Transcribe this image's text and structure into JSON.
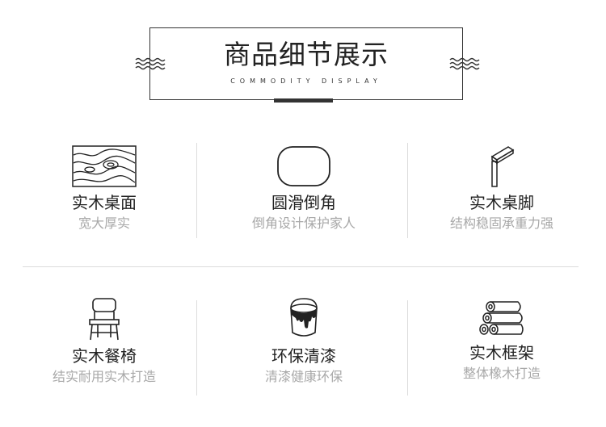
{
  "header": {
    "title": "商品细节展示",
    "subtitle": "COMMODITY DISPLAY"
  },
  "features": [
    {
      "title": "实木桌面",
      "desc": "宽大厚实",
      "icon": "wood-grain-icon"
    },
    {
      "title": "圆滑倒角",
      "desc": "倒角设计保护家人",
      "icon": "rounded-rectangle-icon"
    },
    {
      "title": "实木桌脚",
      "desc": "结构稳固承重力强",
      "icon": "table-leg-icon"
    },
    {
      "title": "实木餐椅",
      "desc": "结实耐用实木打造",
      "icon": "chair-icon"
    },
    {
      "title": "环保清漆",
      "desc": "清漆健康环保",
      "icon": "paint-bucket-icon"
    },
    {
      "title": "实木框架",
      "desc": "整体橡木打造",
      "icon": "logs-icon"
    }
  ],
  "colors": {
    "text_dark": "#222222",
    "text_muted": "#a8a8a8",
    "border": "#333333",
    "divider": "#dcdcdc"
  }
}
